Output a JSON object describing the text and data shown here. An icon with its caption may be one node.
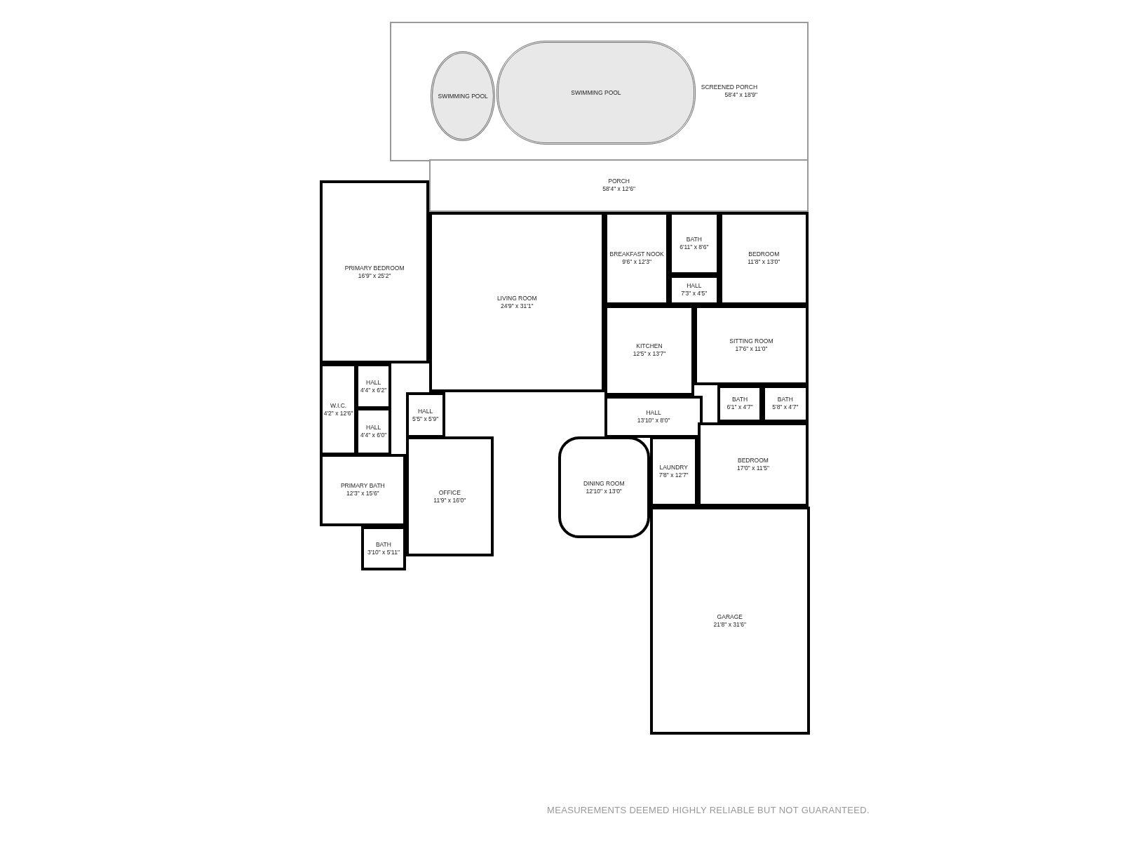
{
  "diagram": {
    "caption": "MEASUREMENTS DEEMED HIGHLY RELIABLE BUT NOT GUARANTEED.",
    "nodes": [
      {
        "text": [
          "SCREENED PORCH",
          "58'4\" x 18'9\""
        ]
      },
      {
        "text": [
          "SWIMMING POOL"
        ],
        "in": 0
      },
      {
        "text": [
          "SWIMMING POOL"
        ],
        "in": 0
      },
      {
        "text": [
          "PORCH",
          "58'4\" x 12'6\""
        ]
      },
      {
        "text": [
          "PRIMARY BEDROOM",
          "16'9\" x 25'2\""
        ]
      },
      {
        "text": [
          "LIVING ROOM",
          "24'9\" x 31'1\""
        ]
      },
      {
        "text": [
          "BREAKFAST NOOK",
          "9'6\" x 12'3\""
        ]
      },
      {
        "text": [
          "BATH",
          "6'11\" x 8'6\""
        ]
      },
      {
        "text": [
          "BEDROOM",
          "11'8\" x 13'0\""
        ]
      },
      {
        "text": [
          "HALL",
          "7'3\" x 4'5\""
        ]
      },
      {
        "text": [
          "KITCHEN",
          "12'5\" x 13'7\""
        ]
      },
      {
        "text": [
          "SITTING ROOM",
          "17'6\" x 11'0\""
        ]
      },
      {
        "text": [
          "HALL",
          "4'4\" x 6'2\""
        ]
      },
      {
        "text": [
          "W.I.C.",
          "4'2\" x 12'6\""
        ]
      },
      {
        "text": [
          "HALL",
          "4'4\" x 6'0\""
        ]
      },
      {
        "text": [
          "HALL",
          "5'5\" x 5'9\""
        ]
      },
      {
        "text": [
          "HALL",
          "13'10\" x 8'0\""
        ]
      },
      {
        "text": [
          "BATH",
          "6'1\" x 4'7\""
        ]
      },
      {
        "text": [
          "BATH",
          "5'8\" x 4'7\""
        ]
      },
      {
        "text": [
          "PRIMARY BATH",
          "12'3\" x 15'6\""
        ]
      },
      {
        "text": [
          "OFFICE",
          "11'9\" x 16'0\""
        ]
      },
      {
        "text": [
          "DINING ROOM",
          "12'10\" x 13'0\""
        ]
      },
      {
        "text": [
          "LAUNDRY",
          "7'8\" x 12'7\""
        ]
      },
      {
        "text": [
          "BEDROOM",
          "17'0\" x 11'5\""
        ]
      },
      {
        "text": [
          "BATH",
          "3'10\" x 5'11\""
        ]
      },
      {
        "text": [
          "GARAGE",
          "21'8\" x 31'6\""
        ]
      }
    ],
    "edges": []
  }
}
